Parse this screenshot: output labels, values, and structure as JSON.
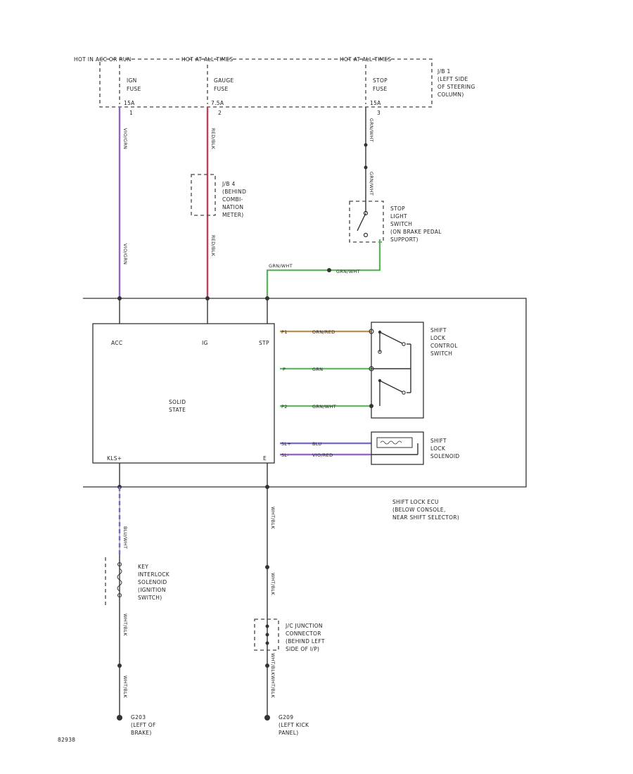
{
  "fuse_box": {
    "hot_labels": [
      "HOT IN ACC OR RUN",
      "HOT AT ALL TIMES",
      "HOT AT ALL TIMES"
    ],
    "fuses": [
      {
        "name": "IGN",
        "sub": "FUSE",
        "rating": "15A",
        "pin": "1"
      },
      {
        "name": "GAUGE",
        "sub": "FUSE",
        "rating": "7.5A",
        "pin": "2"
      },
      {
        "name": "STOP",
        "sub": "FUSE",
        "rating": "15A",
        "pin": "3"
      }
    ],
    "location": [
      "J/B 1",
      "(LEFT SIDE",
      "OF STEERING",
      "COLUMN)"
    ]
  },
  "wires": {
    "w1_top": "VIO/GRN",
    "w1_low": "VIO/GRN",
    "w2_top": "RED/BLK",
    "w2_low": "RED/BLK",
    "w3_top": "GRN/WHT",
    "w3_mid": "GRN/WHT",
    "w3_low": "GRN/WHT",
    "w3_low2": "GRN/WHT",
    "switch_1": "ORN/RED",
    "switch_2": "GRN",
    "switch_3": "GRN/WHT",
    "solenoid_1": "BLU",
    "solenoid_2": "VIO/RED",
    "bottom_left_1": "BLU/WHT",
    "bottom_left_2": "WHT/BLK",
    "bottom_left_3": "WHT/BLK",
    "bottom_right_1": "WHT/BLK",
    "bottom_right_2": "WHT/BLK",
    "bottom_right_3": "WHT/BLK",
    "bottom_right_4": "WHT/BLK"
  },
  "components": {
    "jb4": [
      "J/B 4",
      "(BEHIND",
      "COMBI-",
      "NATION",
      "METER)"
    ],
    "stop_switch": [
      "STOP",
      "LIGHT",
      "SWITCH",
      "(ON BRAKE PEDAL",
      "SUPPORT)"
    ],
    "ecu_pins_top": [
      "ACC",
      "IG",
      "STP"
    ],
    "ecu_body": [
      "SOLID",
      "STATE"
    ],
    "ecu_pins_switch": [
      "P1",
      "P",
      "P2"
    ],
    "ecu_pins_solenoid": [
      "SL+",
      "SL-"
    ],
    "ecu_pins_bottom": [
      "KLS+",
      "E"
    ],
    "control_switch": [
      "SHIFT",
      "LOCK",
      "CONTROL",
      "SWITCH"
    ],
    "solenoid": [
      "SHIFT",
      "LOCK",
      "SOLENOID"
    ],
    "ecu_location": [
      "SHIFT LOCK ECU",
      "(BELOW CONSOLE,",
      "NEAR SHIFT SELECTOR)"
    ],
    "key_interlock": [
      "KEY",
      "INTERLOCK",
      "SOLENOID",
      "(IGNITION",
      "SWITCH)"
    ],
    "junction": [
      "J/C JUNCTION",
      "CONNECTOR",
      "(BEHIND LEFT",
      "SIDE OF I/P)"
    ],
    "ground_1": [
      "G203",
      "(LEFT OF",
      "BRAKE)"
    ],
    "ground_2": [
      "G209",
      "(LEFT KICK",
      "PANEL)"
    ],
    "page_code": "82938"
  },
  "colors": {
    "violet": "#b27cf0",
    "red": "#e8506a",
    "green": "#7de07a",
    "orange": "#e9b36b",
    "blue": "#8e86f2",
    "dark": "#333333"
  }
}
